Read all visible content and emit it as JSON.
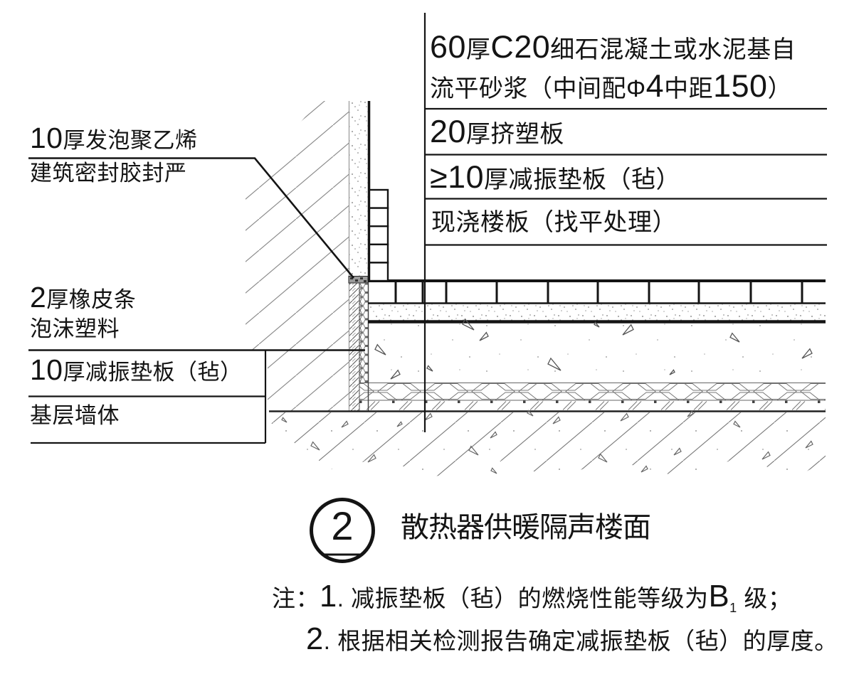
{
  "drawing": {
    "detail_number": "2",
    "title": "散热器供暖隔声楼面"
  },
  "floor_layer_labels": {
    "rows": [
      {
        "text": "60厚C20细石混凝土或水泥基自流平砂浆（中间配Φ4中距150）",
        "lines": [
          [
            {
              "t": "60",
              "lg": true
            },
            {
              "t": "厚"
            },
            {
              "t": "C20",
              "lg": true
            },
            {
              "t": "细石混凝土或水泥基自"
            }
          ],
          [
            {
              "t": "流平砂浆（中间配Φ"
            },
            {
              "t": "4",
              "lg": true
            },
            {
              "t": "中距"
            },
            {
              "t": "150",
              "lg": true
            },
            {
              "t": "）"
            }
          ]
        ]
      },
      {
        "text": "20厚挤塑板",
        "lines": [
          [
            {
              "t": "20",
              "lg": true
            },
            {
              "t": "厚挤塑板"
            }
          ]
        ]
      },
      {
        "text": "≥10厚减振垫板（毡）",
        "lines": [
          [
            {
              "t": "≥10",
              "lg": true
            },
            {
              "t": "厚减振垫板（毡）"
            }
          ]
        ]
      },
      {
        "text": "现浇楼板（找平处理）",
        "lines": [
          [
            {
              "t": "现浇楼板（找平处理）"
            }
          ]
        ]
      }
    ]
  },
  "wall_labels": {
    "groups": [
      {
        "text": "10厚发泡聚乙烯",
        "lines": [
          [
            {
              "t": "10",
              "lg": true
            },
            {
              "t": "厚发泡聚乙烯"
            }
          ]
        ]
      },
      {
        "text": "建筑密封胶封严",
        "lines": [
          [
            {
              "t": "建筑密封胶封严"
            }
          ]
        ]
      },
      {
        "text": "2厚橡皮条",
        "lines": [
          [
            {
              "t": "2",
              "lg": true
            },
            {
              "t": "厚橡皮条"
            }
          ]
        ]
      },
      {
        "text": "泡沫塑料",
        "lines": [
          [
            {
              "t": "泡沫塑料"
            }
          ]
        ]
      },
      {
        "text": "10厚减振垫板（毡）",
        "lines": [
          [
            {
              "t": "10",
              "lg": true
            },
            {
              "t": "厚减振垫板（毡）"
            }
          ]
        ]
      },
      {
        "text": "基层墙体",
        "lines": [
          [
            {
              "t": "基层墙体"
            }
          ]
        ]
      }
    ]
  },
  "notes": {
    "items": [
      {
        "text": "注：1. 减振垫板（毡）的燃烧性能等级为B1级；",
        "segs": [
          {
            "t": "注："
          },
          {
            "t": "1",
            "lg": true
          },
          {
            "t": ". "
          },
          {
            "t": "减振垫板（毡）的燃烧性能等级为"
          },
          {
            "t": "B",
            "lg": true
          },
          {
            "t": "1",
            "sub": true
          },
          {
            "t": " 级；"
          }
        ]
      },
      {
        "text": "2. 根据相关检测报告确定减振垫板（毡）的厚度。",
        "segs": [
          {
            "t": "2",
            "lg": true
          },
          {
            "t": ". "
          },
          {
            "t": "根据相关检测报告确定减振垫板（毡）的厚度。"
          }
        ]
      }
    ]
  },
  "colors": {
    "line": "#141414",
    "wall_hatch": "#8a8a8a",
    "earth_hatch": "#7a7a7a",
    "stipple": "#9a9a9a",
    "background": "#ffffff"
  }
}
